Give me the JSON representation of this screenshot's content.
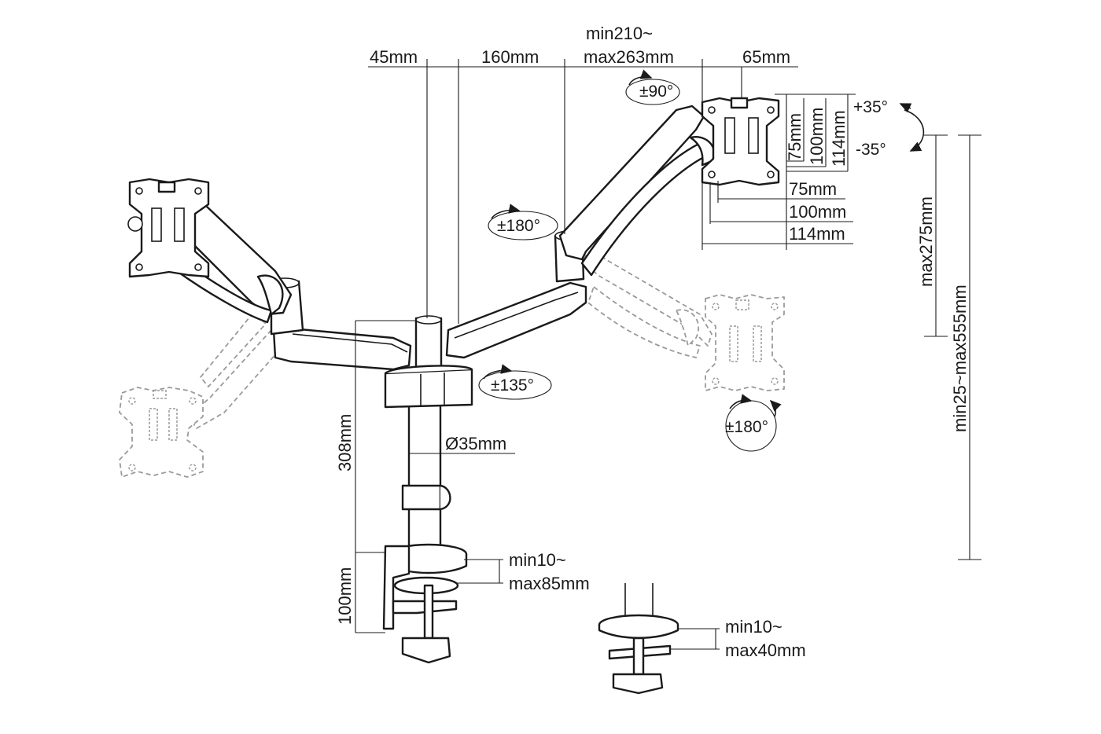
{
  "dimensions": {
    "top_45": "45mm",
    "top_160": "160mm",
    "top_min210": "min210~",
    "top_max263": "max263mm",
    "top_65": "65mm",
    "vesa_v_75": "75mm",
    "vesa_v_100": "100mm",
    "vesa_v_114": "114mm",
    "vesa_h_75": "75mm",
    "vesa_h_100": "100mm",
    "vesa_h_114": "114mm",
    "height_max275": "max275mm",
    "height_range": "min25~max555mm",
    "pole_308": "308mm",
    "pole_diameter": "Ø35mm",
    "clamp_100": "100mm",
    "clamp_min10": "min10~",
    "clamp_max85": "max85mm",
    "grommet_min10": "min10~",
    "grommet_max40": "max40mm"
  },
  "rotations": {
    "rot_90": "±90°",
    "rot_180_arm": "±180°",
    "rot_135": "±135°",
    "rot_180_panel": "±180°",
    "tilt_up": "+35°",
    "tilt_down": "-35°"
  },
  "colors": {
    "line": "#1a1a1a",
    "ghost": "#9a9a9a",
    "background": "#ffffff"
  }
}
